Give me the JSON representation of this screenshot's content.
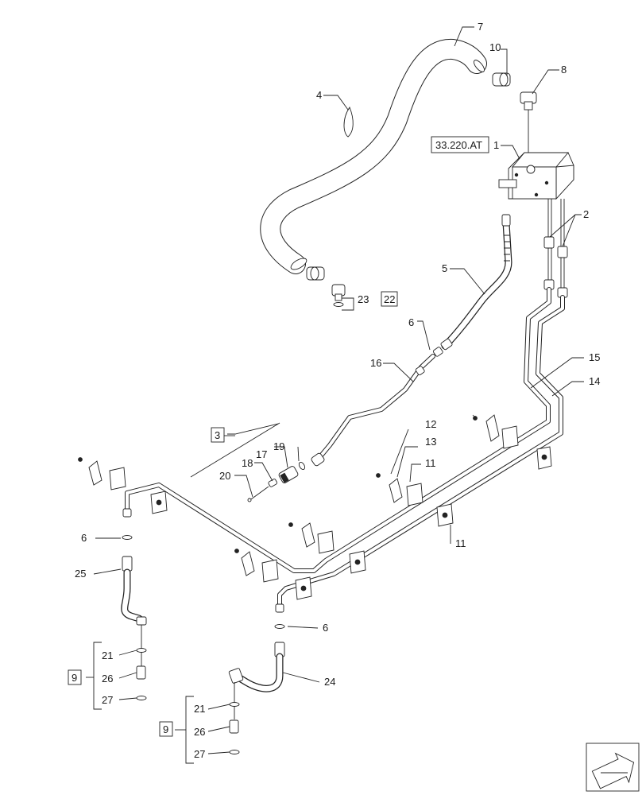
{
  "diagram": {
    "ref_box": "33.220.AT",
    "callouts": {
      "c1": "1",
      "c2": "2",
      "c3": "3",
      "c4": "4",
      "c5": "5",
      "c6a": "6",
      "c6b": "6",
      "c6c": "6",
      "c7": "7",
      "c8": "8",
      "c9a": "9",
      "c9b": "9",
      "c10": "10",
      "c11a": "11",
      "c11b": "11",
      "c12": "12",
      "c13": "13",
      "c14": "14",
      "c15": "15",
      "c16": "16",
      "c17": "17",
      "c18": "18",
      "c19": "19",
      "c20": "20",
      "c21a": "21",
      "c21b": "21",
      "c22": "22",
      "c23": "23",
      "c24": "24",
      "c25": "25",
      "c26a": "26",
      "c26b": "26",
      "c27a": "27",
      "c27b": "27"
    },
    "nav_icon": "arrow-icon"
  }
}
